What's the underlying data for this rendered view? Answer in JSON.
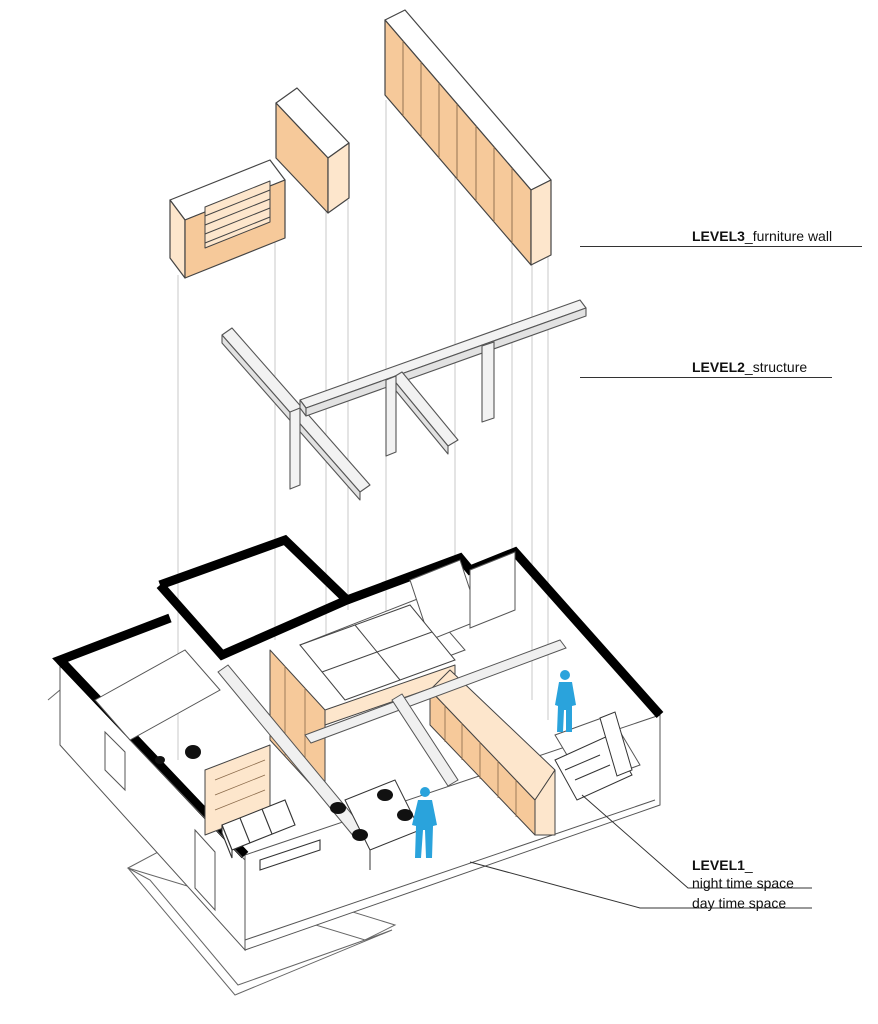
{
  "labels": {
    "level3": {
      "bold": "LEVEL3",
      "text": "_furniture wall"
    },
    "level2": {
      "bold": "LEVEL2",
      "text": "_structure"
    },
    "level1": {
      "bold": "LEVEL1",
      "text": "_",
      "line2": "night time space",
      "line3": "day time space"
    }
  },
  "colors": {
    "furniture": "#f6c99a",
    "furniture_light": "#fde6cc",
    "figure": "#2aa3dc",
    "wall": "#000000",
    "line": "#444444"
  }
}
